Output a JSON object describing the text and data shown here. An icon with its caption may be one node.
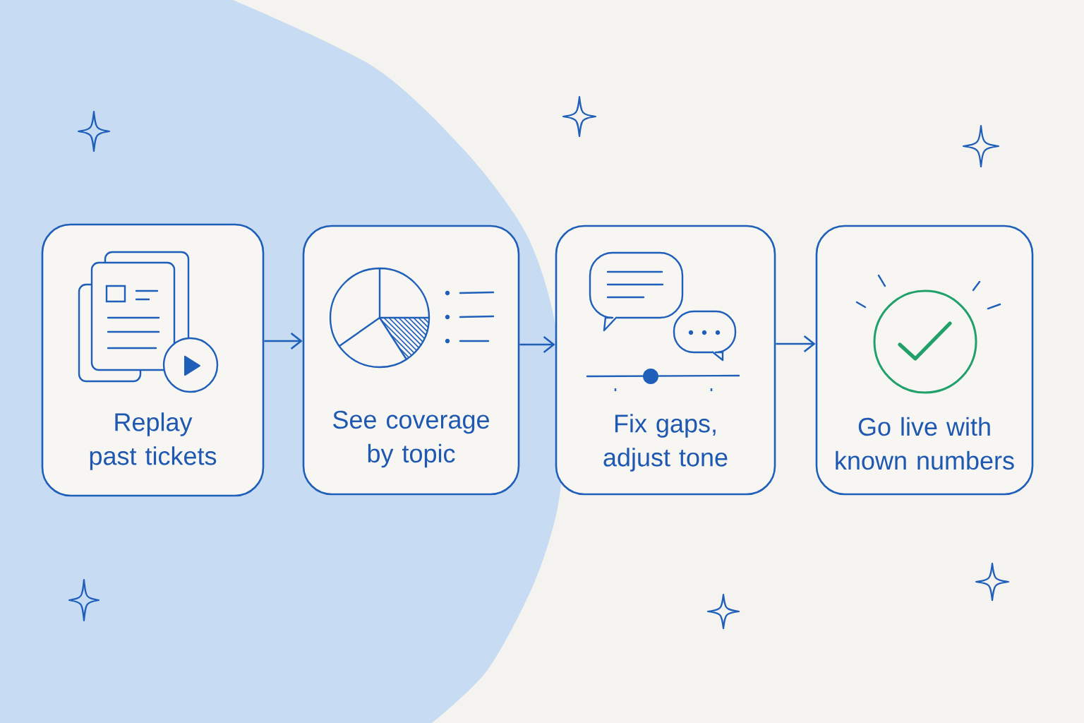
{
  "diagram": {
    "nodes": [
      {
        "text": [
          "Replay past tickets"
        ]
      },
      {
        "text": [
          "See coverage by topic"
        ]
      },
      {
        "text": [
          "Fix gaps, adjust tone"
        ]
      },
      {
        "text": [
          "Go live with known numbers"
        ]
      }
    ],
    "edges": [
      {
        "from": 0,
        "to": 1,
        "arrow": "to"
      },
      {
        "from": 1,
        "to": 2,
        "arrow": "to"
      },
      {
        "from": 2,
        "to": 3,
        "arrow": "to"
      }
    ]
  }
}
